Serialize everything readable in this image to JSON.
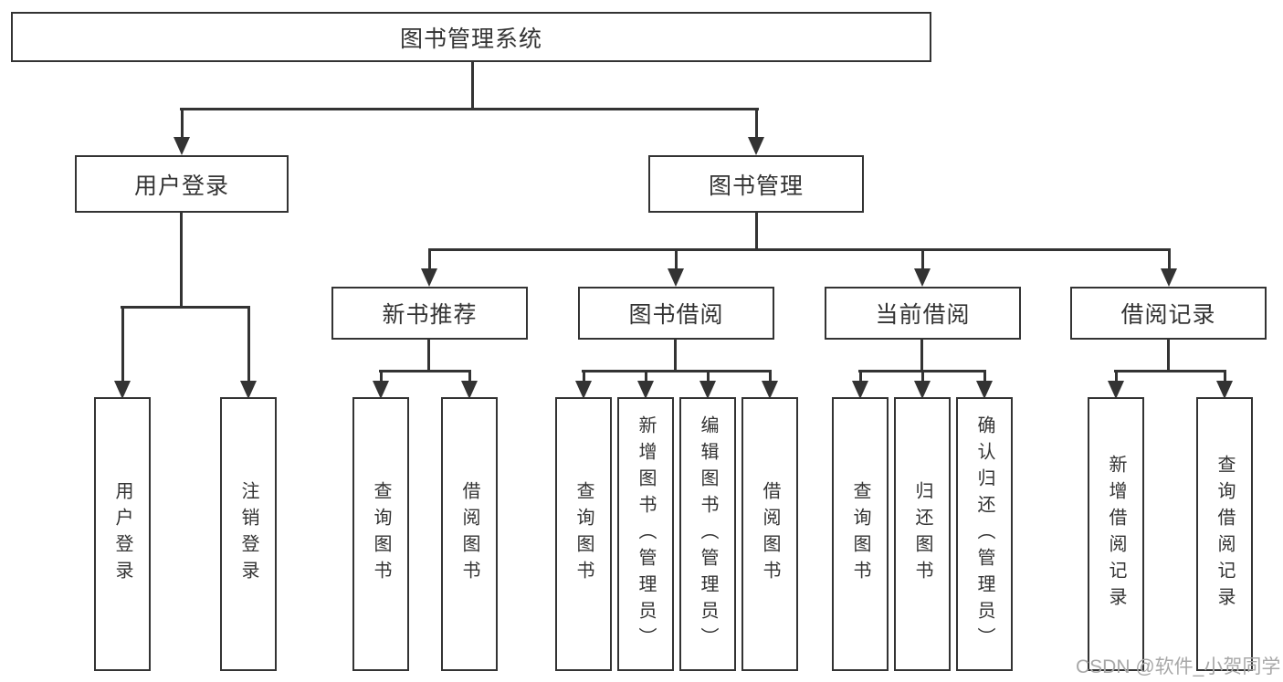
{
  "root": {
    "label": "图书管理系统"
  },
  "level2": [
    {
      "label": "用户登录"
    },
    {
      "label": "图书管理"
    }
  ],
  "level3": [
    {
      "label": "新书推荐",
      "parent": "图书管理"
    },
    {
      "label": "图书借阅",
      "parent": "图书管理"
    },
    {
      "label": "当前借阅",
      "parent": "图书管理"
    },
    {
      "label": "借阅记录",
      "parent": "图书管理"
    }
  ],
  "leaves": [
    {
      "label": "用户登录",
      "parent": "用户登录"
    },
    {
      "label": "注销登录",
      "parent": "用户登录"
    },
    {
      "label": "查询图书",
      "parent": "新书推荐"
    },
    {
      "label": "借阅图书",
      "parent": "新书推荐"
    },
    {
      "label": "查询图书",
      "parent": "图书借阅"
    },
    {
      "label": "新增图书（管理员）",
      "parent": "图书借阅"
    },
    {
      "label": "编辑图书（管理员）",
      "parent": "图书借阅"
    },
    {
      "label": "借阅图书",
      "parent": "图书借阅"
    },
    {
      "label": "查询图书",
      "parent": "当前借阅"
    },
    {
      "label": "归还图书",
      "parent": "当前借阅"
    },
    {
      "label": "确认归还（管理员）",
      "parent": "当前借阅"
    },
    {
      "label": "新增借阅记录",
      "parent": "借阅记录"
    },
    {
      "label": "查询借阅记录",
      "parent": "借阅记录"
    }
  ],
  "watermark": {
    "text": "CSDN @软件_小贺同学"
  },
  "colors": {
    "line": "#333333",
    "text": "#333333",
    "background": "#ffffff",
    "watermark": "#a8a8a8"
  }
}
